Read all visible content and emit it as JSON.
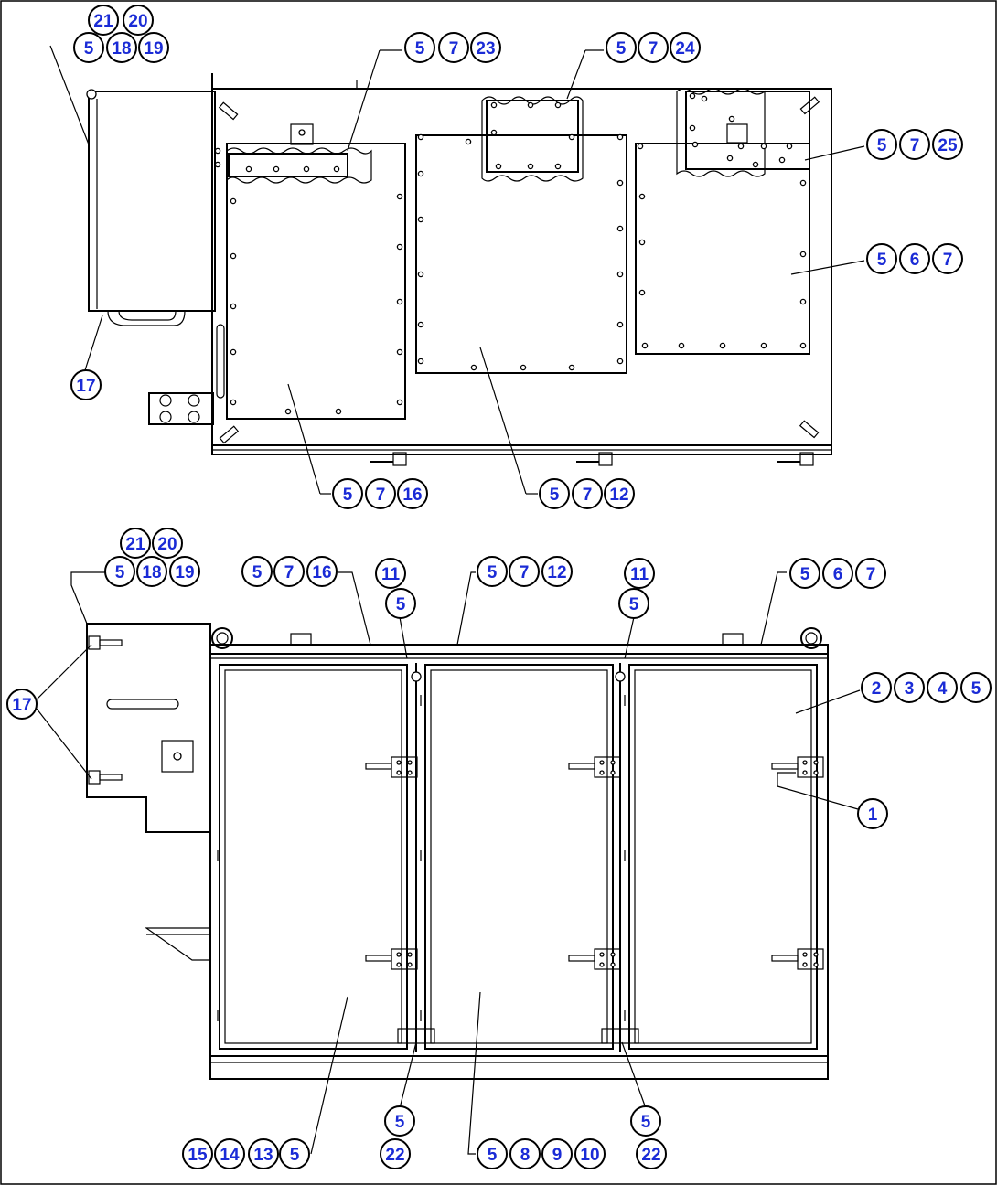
{
  "bubbles": [
    {
      "label": "21"
    },
    {
      "label": "20"
    },
    {
      "label": "5"
    },
    {
      "label": "18"
    },
    {
      "label": "19"
    },
    {
      "label": "5"
    },
    {
      "label": "7"
    },
    {
      "label": "23"
    },
    {
      "label": "5"
    },
    {
      "label": "7"
    },
    {
      "label": "24"
    },
    {
      "label": "5"
    },
    {
      "label": "7"
    },
    {
      "label": "25"
    },
    {
      "label": "5"
    },
    {
      "label": "6"
    },
    {
      "label": "7"
    },
    {
      "label": "17"
    },
    {
      "label": "5"
    },
    {
      "label": "7"
    },
    {
      "label": "16"
    },
    {
      "label": "5"
    },
    {
      "label": "7"
    },
    {
      "label": "12"
    },
    {
      "label": "21"
    },
    {
      "label": "20"
    },
    {
      "label": "5"
    },
    {
      "label": "18"
    },
    {
      "label": "19"
    },
    {
      "label": "5"
    },
    {
      "label": "7"
    },
    {
      "label": "16"
    },
    {
      "label": "11"
    },
    {
      "label": "5"
    },
    {
      "label": "5"
    },
    {
      "label": "7"
    },
    {
      "label": "12"
    },
    {
      "label": "11"
    },
    {
      "label": "5"
    },
    {
      "label": "5"
    },
    {
      "label": "6"
    },
    {
      "label": "7"
    },
    {
      "label": "2"
    },
    {
      "label": "3"
    },
    {
      "label": "4"
    },
    {
      "label": "5"
    },
    {
      "label": "17"
    },
    {
      "label": "1"
    },
    {
      "label": "15"
    },
    {
      "label": "14"
    },
    {
      "label": "13"
    },
    {
      "label": "5"
    },
    {
      "label": "5"
    },
    {
      "label": "22"
    },
    {
      "label": "5"
    },
    {
      "label": "8"
    },
    {
      "label": "9"
    },
    {
      "label": "10"
    },
    {
      "label": "5"
    },
    {
      "label": "22"
    }
  ]
}
